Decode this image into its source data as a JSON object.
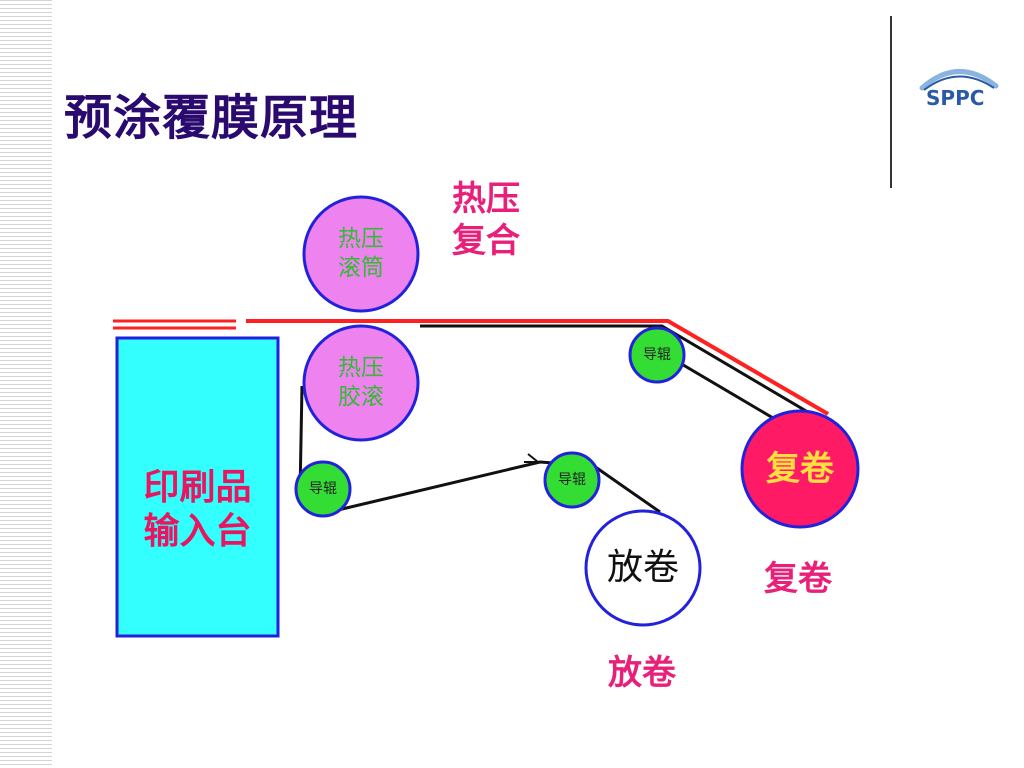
{
  "slide": {
    "title": "预涂覆膜原理",
    "logo_text": "SPPC"
  },
  "diagram": {
    "hot_roller_top": [
      "热压",
      "滚筒"
    ],
    "hot_roller_bottom": [
      "热压",
      "胶滚"
    ],
    "guide_roller_right": "导辊",
    "guide_roller_left": "导辊",
    "guide_roller_mid": "导辊",
    "input_table": [
      "印刷品",
      "输入台"
    ],
    "rewind_roll": "复卷",
    "unwind_roll": "放卷",
    "label_hot_lamination": [
      "热压",
      "复合"
    ],
    "label_rewind": "复卷",
    "label_unwind": "放卷"
  },
  "colors": {
    "title": "#2a0a6e",
    "roller_fill": "#ee82ee",
    "roller_stroke": "#2222dd",
    "guide_fill": "#33dd33",
    "input_fill": "#33ffff",
    "rewind_fill": "#ff1a66",
    "label_pink": "#e8207a",
    "film_red": "#ff2020"
  }
}
